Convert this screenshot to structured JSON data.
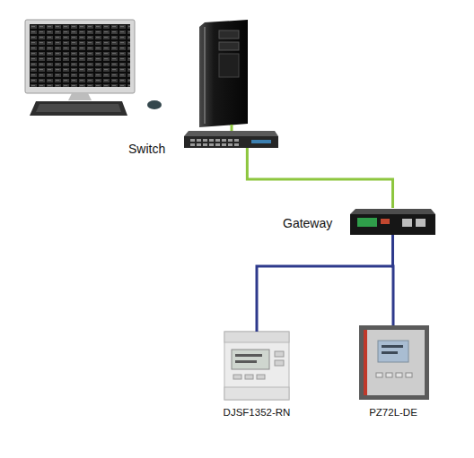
{
  "diagram": {
    "nodes": [
      {
        "text": [
          "Switch"
        ]
      },
      {
        "text": [
          "Gateway"
        ]
      },
      {
        "text": [
          "DJSF1352-RN"
        ]
      },
      {
        "text": [
          "PZ72L-DE"
        ]
      }
    ],
    "edges": [
      {
        "from": 0,
        "to": 1,
        "arrow": "none"
      },
      {
        "from": 1,
        "to": 2,
        "arrow": "none"
      },
      {
        "from": 1,
        "to": 3,
        "arrow": "none"
      }
    ]
  }
}
